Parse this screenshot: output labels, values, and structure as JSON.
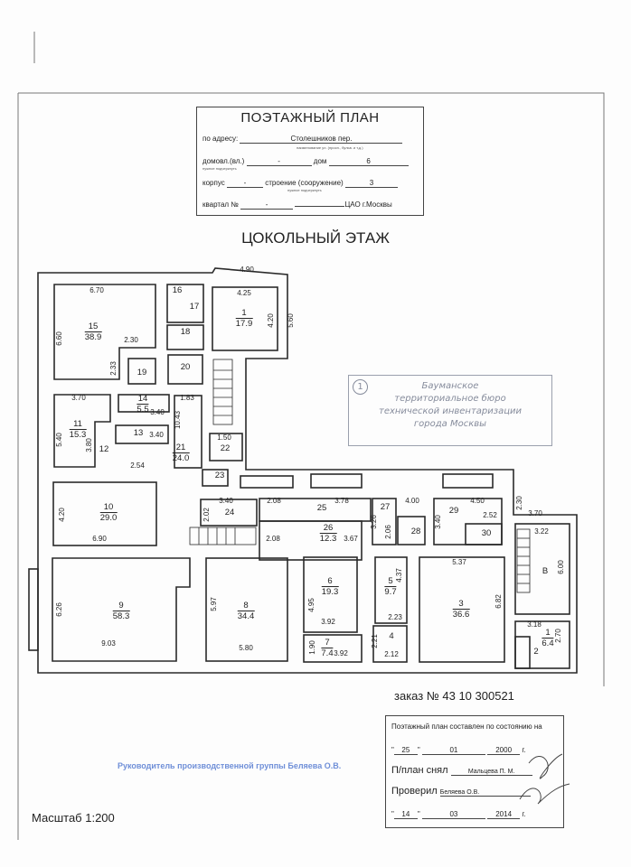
{
  "title_block": {
    "title": "ПОЭТАЖНЫЙ ПЛАН",
    "address_label": "по адресу:",
    "street": "Столешников пер.",
    "street_hint": "наименование ул. (просп., бульв. и т.д.)",
    "domovl_label": "домовл.(вл.)",
    "domovl_value": "-",
    "domovl_hint": "нужное подчеркнуть",
    "dom_label": "дом",
    "dom_value": "6",
    "korpus_label": "корпус",
    "korpus_value": "-",
    "stroenie_label": "строение (сооружение)",
    "stroenie_value": "3",
    "stroenie_hint": "нужное подчеркнуть",
    "kvartal_label": "квартал №",
    "kvartal_value": "-",
    "district": "ЦАО г.Москвы"
  },
  "floor_title": "ЦОКОЛЬНЫЙ ЭТАЖ",
  "stamp": {
    "number": "1",
    "lines": [
      "Бауманское",
      "территориальное бюро",
      "технической инвентаризации",
      "города Москвы"
    ]
  },
  "rooms": [
    {
      "num": "15",
      "area": "38.9"
    },
    {
      "num": "16"
    },
    {
      "num": "17"
    },
    {
      "num": "18"
    },
    {
      "num": "1",
      "area": "17.9"
    },
    {
      "num": "19"
    },
    {
      "num": "20"
    },
    {
      "num": "14",
      "area": "5.5"
    },
    {
      "num": "13"
    },
    {
      "num": "11",
      "area": "15.3"
    },
    {
      "num": "12"
    },
    {
      "num": "21",
      "area": "24.0"
    },
    {
      "num": "22"
    },
    {
      "num": "10",
      "area": "29.0"
    },
    {
      "num": "9",
      "area": "58.3"
    },
    {
      "num": "8",
      "area": "34.4"
    },
    {
      "num": "23"
    },
    {
      "num": "24"
    },
    {
      "num": "25"
    },
    {
      "num": "26",
      "area": "12.3"
    },
    {
      "num": "27"
    },
    {
      "num": "28"
    },
    {
      "num": "29"
    },
    {
      "num": "30"
    },
    {
      "num": "6",
      "area": "19.3"
    },
    {
      "num": "5",
      "area": "9.7"
    },
    {
      "num": "7",
      "area": "7.4"
    },
    {
      "num": "4"
    },
    {
      "num": "3",
      "area": "36.6"
    },
    {
      "num": "В"
    },
    {
      "num": "1",
      "area": "6.4"
    },
    {
      "num": "2"
    }
  ],
  "dims": [
    "4.90",
    "6.70",
    "6.60",
    "2.30",
    "2.33",
    "4.25",
    "4.20",
    "5.60",
    "3.70",
    "5.40",
    "3.80",
    "3.40",
    "3.40",
    "1.83",
    "10.43",
    "1.50",
    "2.54",
    "4.20",
    "6.90",
    "6.26",
    "9.03",
    "5.97",
    "5.80",
    "3.40",
    "2.02",
    "2.08",
    "3.78",
    "4.00",
    "4.50",
    "2.30",
    "3.70",
    "3.22",
    "6.00",
    "2.08",
    "3.67",
    "3.26",
    "2.06",
    "3.40",
    "2.52",
    "5.37",
    "4.37",
    "6.82",
    "4.95",
    "3.92",
    "2.23",
    "3.18",
    "2.70",
    "1.90",
    "3.92",
    "2.21",
    "2.12"
  ],
  "order": "заказ № 43 10 300521",
  "certificate": {
    "heading": "Поэтажный план составлен по состоянию на",
    "date1_day": "25",
    "date1_month": "01",
    "date1_year": "2000",
    "year_suffix": "г.",
    "taken_label": "П/план снял",
    "taken_by": "Мальцева П. М.",
    "checked_label": "Проверил",
    "checked_by": "Беляева О.В.",
    "date2_day": "14",
    "date2_month": "03",
    "date2_year": "2014"
  },
  "supervisor_stamp": "Руководитель производственной группы Беляева О.В.",
  "scale": "Масштаб 1:200"
}
